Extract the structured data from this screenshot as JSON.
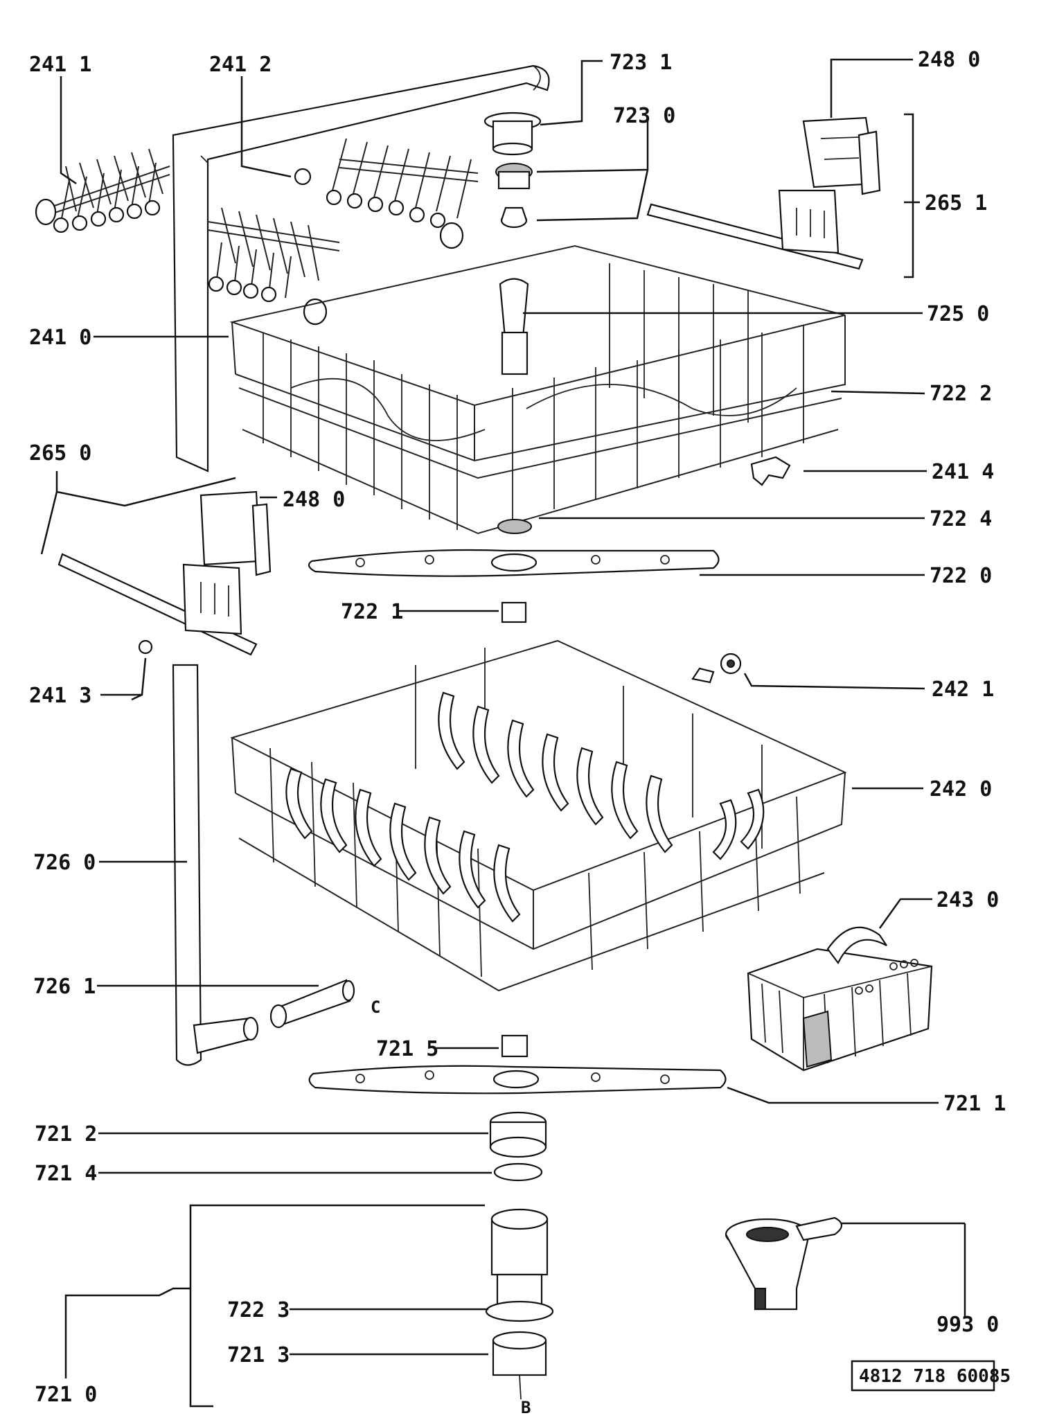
{
  "labels": {
    "l2411": "241 1",
    "l2412": "241 2",
    "l7231": "723 1",
    "l7230": "723 0",
    "l2480a": "248 0",
    "l2651": "265 1",
    "l2410": "241 0",
    "l7250": "725 0",
    "l7222": "722 2",
    "l2650": "265 0",
    "l2480b": "248 0",
    "l2414": "241 4",
    "l7224": "722 4",
    "l7220": "722 0",
    "l7221": "722 1",
    "l2413": "241 3",
    "l2421": "242 1",
    "l2420": "242 0",
    "l7260": "726 0",
    "l2430": "243 0",
    "l7261": "726 1",
    "lC": "C",
    "l7215": "721 5",
    "l7211": "721 1",
    "l7212": "721 2",
    "l7214": "721 4",
    "l7223": "722 3",
    "l9930": "993 0",
    "l7213": "721 3",
    "l7210": "721 0",
    "lB": "B"
  },
  "drawing_number": "4812 718 60085"
}
